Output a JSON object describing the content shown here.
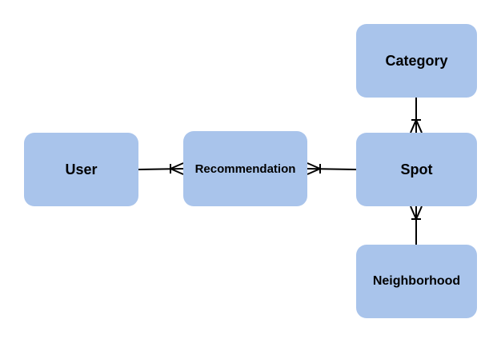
{
  "diagram": {
    "type": "entity-relationship",
    "entity_color": "#a9c4eb",
    "line_color": "#000000",
    "entities": {
      "user": "User",
      "recommendation": "Recommendation",
      "spot": "Spot",
      "category": "Category",
      "neighborhood": "Neighborhood"
    },
    "relationships": [
      {
        "from": "User",
        "to": "Recommendation",
        "from_end": "one",
        "to_end": "many"
      },
      {
        "from": "Spot",
        "to": "Recommendation",
        "from_end": "one",
        "to_end": "many"
      },
      {
        "from": "Category",
        "to": "Spot",
        "from_end": "one",
        "to_end": "many"
      },
      {
        "from": "Neighborhood",
        "to": "Spot",
        "from_end": "one",
        "to_end": "many"
      }
    ]
  }
}
